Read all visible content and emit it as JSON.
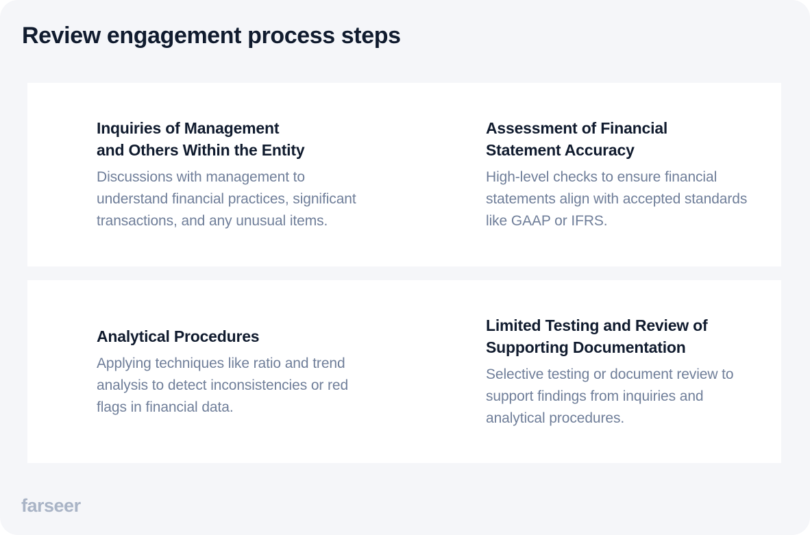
{
  "page": {
    "title": "Review engagement process steps",
    "background_color": "#f5f6f9",
    "card_color": "#ffffff",
    "title_color": "#101b2e",
    "body_text_color": "#6f7e99",
    "brand_color": "#a9b4c6"
  },
  "steps": [
    {
      "title": "Inquiries of Management\nand Others Within the Entity",
      "description": "Discussions with management to understand financial practices, significant transactions, and any unusual items."
    },
    {
      "title": "Assessment of Financial\nStatement Accuracy",
      "description": "High-level checks to ensure financial statements align with accepted standards like GAAP or IFRS."
    },
    {
      "title": "Analytical Procedures",
      "description": "Applying techniques like ratio and trend analysis to detect inconsistencies or red flags in financial data."
    },
    {
      "title": "Limited Testing and Review of\nSupporting Documentation",
      "description": "Selective testing or document review to support findings from inquiries and analytical procedures."
    }
  ],
  "footer": {
    "brand": "farseer"
  }
}
